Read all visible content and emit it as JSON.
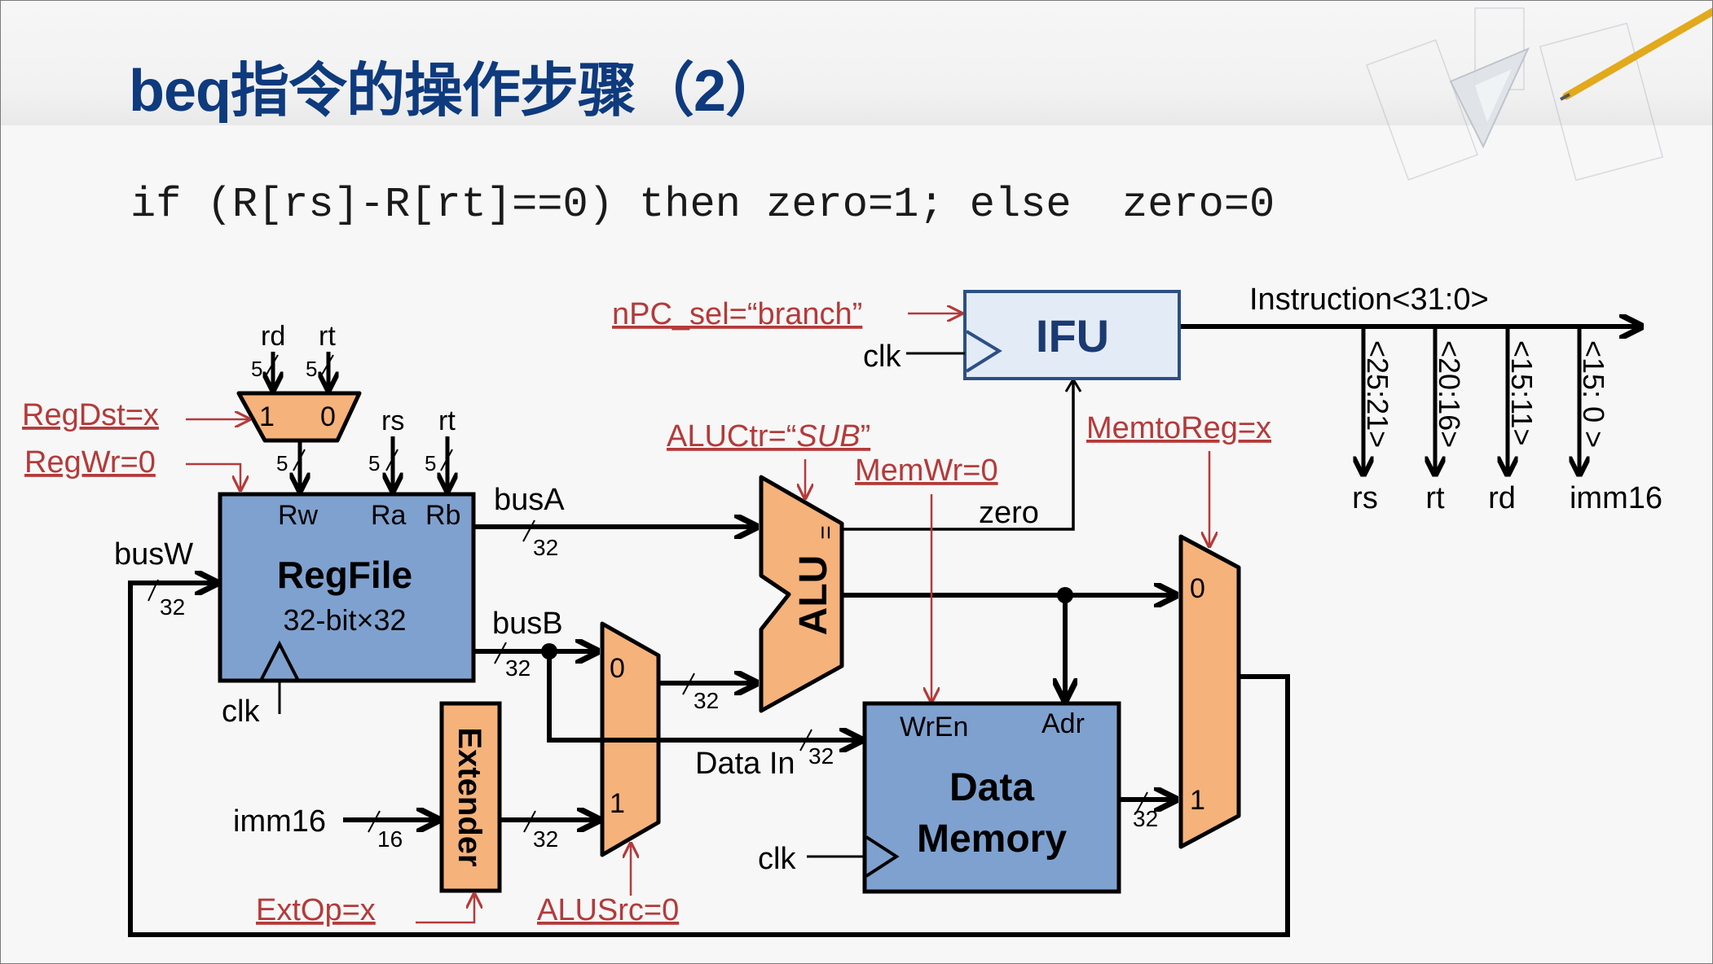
{
  "slide": {
    "title": "beq指令的操作步骤（2）",
    "formula": "if (R[rs]-R[rt]==0) then zero=1; else  zero=0"
  },
  "colors": {
    "title": "#0e3a7e",
    "control": "#b43a3a",
    "block_blue": "#7fa1cf",
    "block_orange": "#f5b27b",
    "ifu_fill": "#e3ebf6",
    "ifu_stroke": "#2c4f86"
  },
  "diagram": {
    "control_signals": {
      "regdst": "RegDst=x",
      "regwr": "RegWr=0",
      "npc_sel": "nPC_sel=“branch”",
      "aluctr_prefix": "ALUCtr=“",
      "aluctr_value": "SUB",
      "aluctr_suffix": "”",
      "memwr": "MemWr=0",
      "memtoreg": "MemtoReg=x",
      "extop": "ExtOp=x",
      "alusrc": "ALUSrc=0"
    },
    "regdst_mux": {
      "in1": "1",
      "in0": "0",
      "in1_src": "rd",
      "in0_src": "rt",
      "width": "5"
    },
    "regfile": {
      "name": "RegFile",
      "size": "32-bit×32",
      "ports": {
        "rw": "Rw",
        "ra": "Ra",
        "rb": "Rb"
      },
      "ra_src": "rs",
      "rb_src": "rt",
      "addr_width": "5",
      "clk": "clk"
    },
    "buses": {
      "busw": "busW",
      "busa": "busA",
      "busb": "busB",
      "data_in": "Data In",
      "zero": "zero",
      "width32": "32",
      "width16": "16"
    },
    "ifu": {
      "name": "IFU",
      "clk": "clk"
    },
    "instruction": {
      "bus": "Instruction<31:0>",
      "fields": [
        {
          "bits": "<25:21>",
          "name": "rs"
        },
        {
          "bits": "<20:16>",
          "name": "rt"
        },
        {
          "bits": "<15:11>",
          "name": "rd"
        },
        {
          "bits": "<15: 0 >",
          "name": "imm16"
        }
      ]
    },
    "alu": {
      "name": "ALU",
      "eq": "="
    },
    "alusrc_mux": {
      "in0": "0",
      "in1": "1"
    },
    "extender": {
      "name": "Extender",
      "input": "imm16"
    },
    "data_memory": {
      "line1": "Data",
      "line2": "Memory",
      "wren": "WrEn",
      "adr": "Adr",
      "clk": "clk"
    },
    "memtoreg_mux": {
      "in0": "0",
      "in1": "1"
    }
  }
}
